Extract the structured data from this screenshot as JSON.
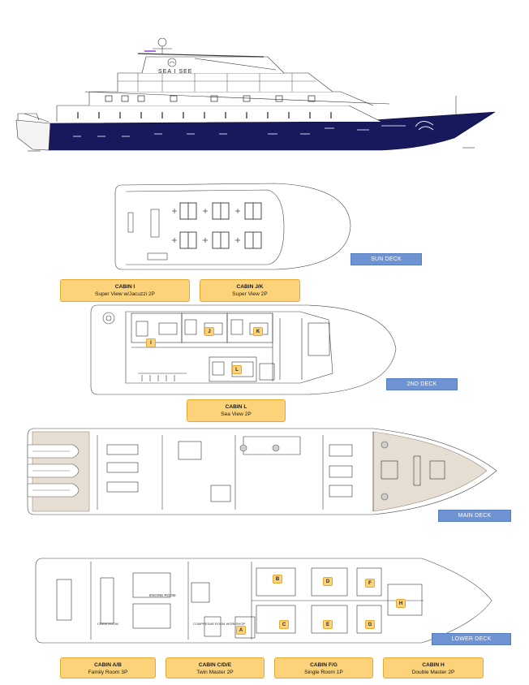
{
  "yacht": {
    "name": "SEA I SEE",
    "hull_color": "#17195c"
  },
  "decks": {
    "sun": "SUN DECK",
    "second": "2ND DECK",
    "main": "MAIN DECK",
    "lower": "LOWER DECK"
  },
  "cabins": {
    "i": {
      "name": "CABIN I",
      "desc": "Super View w/Jacuzzi 2P"
    },
    "jk": {
      "name": "CABIN J/K",
      "desc": "Super View 2P"
    },
    "l": {
      "name": "CABIN L",
      "desc": "Sea View 2P"
    },
    "ab": {
      "name": "CABIN A/B",
      "desc": "Family Room 3P"
    },
    "cde": {
      "name": "CABIN C/D/E",
      "desc": "Twin Master 2P"
    },
    "fg": {
      "name": "CABIN F/G",
      "desc": "Single Room 1P"
    },
    "h": {
      "name": "CABIN H",
      "desc": "Double Master 2P"
    }
  },
  "letters": {
    "i": "I",
    "j": "J",
    "k": "K",
    "l": "L",
    "a": "A",
    "b": "B",
    "c": "C",
    "d": "D",
    "e": "E",
    "f": "F",
    "g": "G",
    "h": "H"
  },
  "rooms": {
    "engine": "ENGINE ROOM",
    "crew": "CREW ROOM",
    "compressor": "COMPRESAR ROOM WORKSHOP"
  },
  "colors": {
    "label_fill": "#fcd37a",
    "label_border": "#e7a92e",
    "deck_tag": "#6e93d2",
    "hull": "#17195c"
  }
}
